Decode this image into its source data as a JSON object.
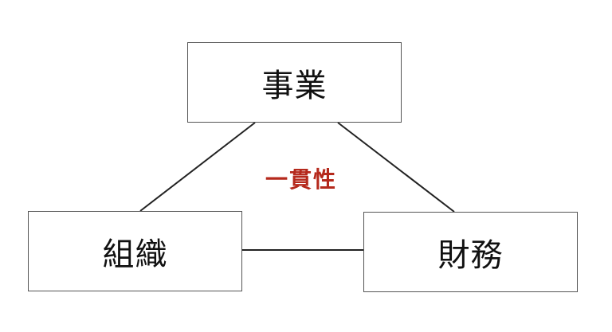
{
  "nodes": {
    "top": {
      "label": "事業"
    },
    "left": {
      "label": "組織"
    },
    "right": {
      "label": "財務"
    }
  },
  "center": {
    "label": "一貫性"
  },
  "colors": {
    "center_text": "#b5291c",
    "line": "#222222",
    "box_border": "#555555"
  }
}
